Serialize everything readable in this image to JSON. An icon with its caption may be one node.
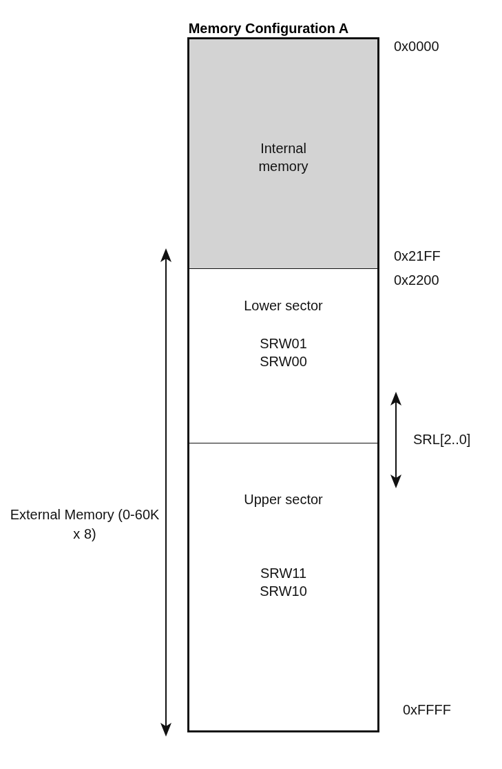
{
  "diagram": {
    "title": "Memory Configuration A",
    "nodes": [
      {
        "text": [
          "Internal memory"
        ]
      },
      {
        "text": [
          "Lower sector",
          "SRW01 SRW00"
        ]
      },
      {
        "text": [
          "Upper sector",
          "SRW11 SRW10"
        ]
      }
    ],
    "edges": [],
    "labels": [
      "0x0000",
      "0x21FF",
      "0x2200",
      "SRL[2..0]",
      "External Memory (0-60K x 8)",
      "0xFFFF"
    ]
  }
}
